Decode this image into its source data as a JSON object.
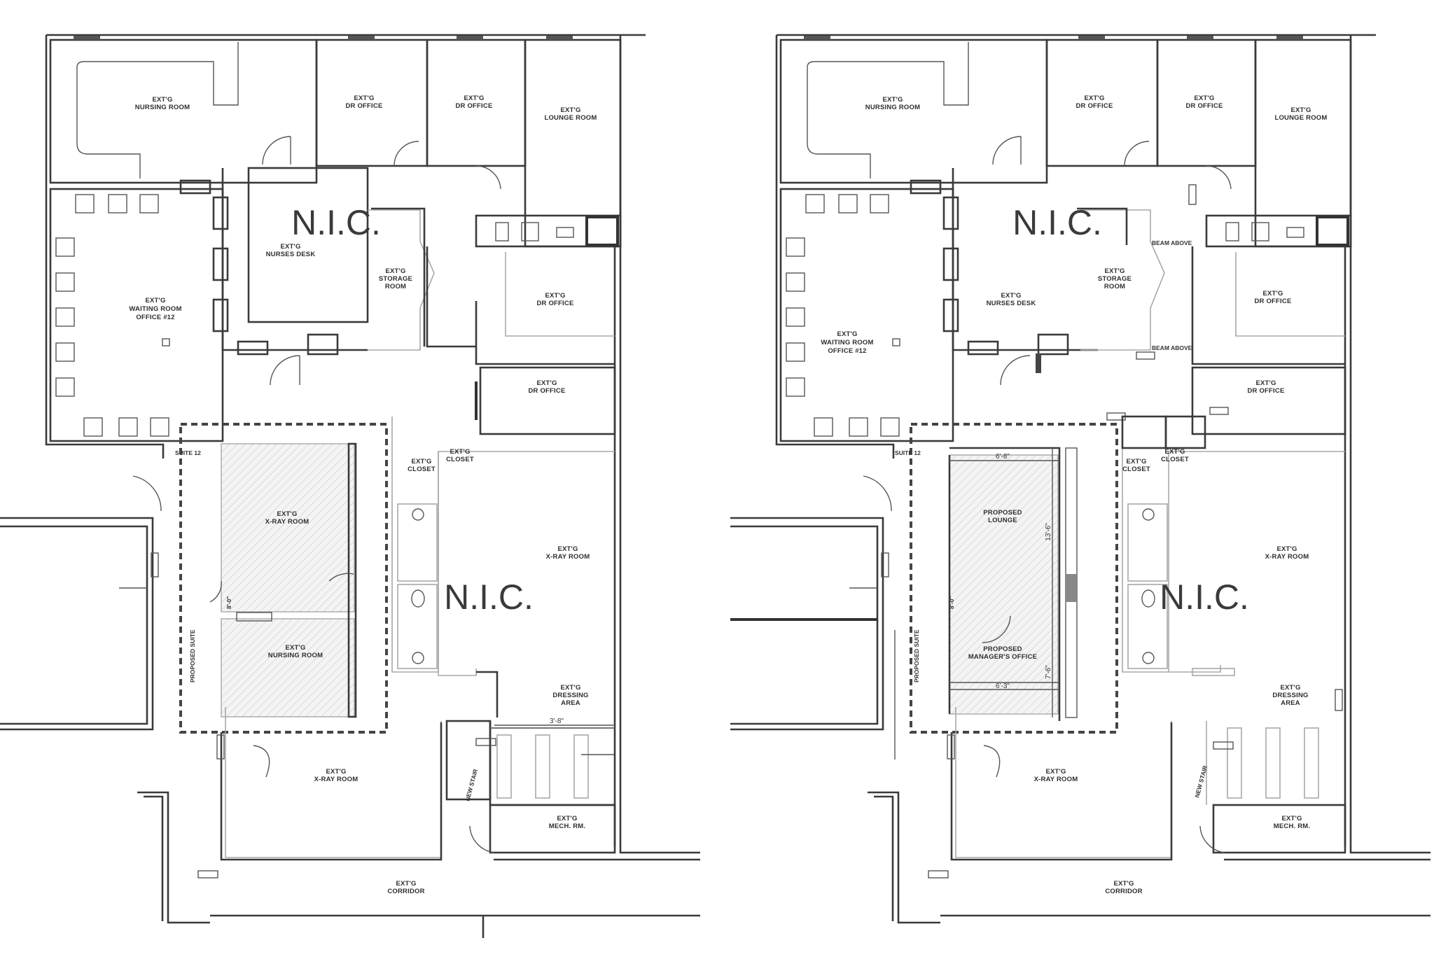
{
  "nic_label": "N.I.C.",
  "existing_plan": {
    "rooms": {
      "nursing_top": [
        "EXT'G",
        "NURSING ROOM"
      ],
      "dr_office_1": [
        "EXT'G",
        "DR OFFICE"
      ],
      "dr_office_2": [
        "EXT'G",
        "DR OFFICE"
      ],
      "lounge": [
        "EXT'G",
        "LOUNGE ROOM"
      ],
      "nurses_desk": [
        "EXT'G",
        "NURSES DESK"
      ],
      "storage": [
        "EXT'G",
        "STORAGE",
        "ROOM"
      ],
      "waiting": [
        "EXT'G",
        "WAITING ROOM",
        "OFFICE #12"
      ],
      "dr_office_3": [
        "EXT'G",
        "DR OFFICE"
      ],
      "dr_office_4": [
        "EXT'G",
        "DR OFFICE"
      ],
      "closet_1": [
        "EXT'G",
        "CLOSET"
      ],
      "closet_2": [
        "EXT'G",
        "CLOSET"
      ],
      "xray_1": [
        "EXT'G",
        "X-RAY ROOM"
      ],
      "xray_2": [
        "EXT'G",
        "X-RAY ROOM"
      ],
      "nursing_lower": [
        "EXT'G",
        "NURSING ROOM"
      ],
      "dressing": [
        "EXT'G",
        "DRESSING",
        "AREA"
      ],
      "xray_3": [
        "EXT'G",
        "X-RAY ROOM"
      ],
      "mech": [
        "EXT'G",
        "MECH. RM."
      ],
      "corridor": [
        "EXT'G",
        "CORRIDOR"
      ]
    },
    "suite_label": "SUITE 12",
    "vertical_labels": {
      "proposed_suite": "PROPOSED SUITE",
      "stair": "NEW STAIR",
      "wall_dim": "8'-0\""
    },
    "dimensions": [
      "3'-8\""
    ]
  },
  "proposed_plan": {
    "rooms": {
      "nursing_top": [
        "EXT'G",
        "NURSING ROOM"
      ],
      "dr_office_1": [
        "EXT'G",
        "DR OFFICE"
      ],
      "dr_office_2": [
        "EXT'G",
        "DR OFFICE"
      ],
      "lounge": [
        "EXT'G",
        "LOUNGE ROOM"
      ],
      "nurses_desk": [
        "EXT'G",
        "NURSES DESK"
      ],
      "storage": [
        "EXT'G",
        "STORAGE",
        "ROOM"
      ],
      "waiting": [
        "EXT'G",
        "WAITING ROOM",
        "OFFICE #12"
      ],
      "dr_office_3": [
        "EXT'G",
        "DR OFFICE"
      ],
      "dr_office_4": [
        "EXT'G",
        "DR OFFICE"
      ],
      "closet_1": [
        "EXT'G",
        "CLOSET"
      ],
      "closet_2": [
        "EXT'G",
        "CLOSET"
      ],
      "proposed_lounge": [
        "PROPOSED",
        "LOUNGE"
      ],
      "proposed_office": [
        "PROPOSED",
        "MANAGER'S OFFICE"
      ],
      "xray_2": [
        "EXT'G",
        "X-RAY ROOM"
      ],
      "dressing": [
        "EXT'G",
        "DRESSING",
        "AREA"
      ],
      "xray_3": [
        "EXT'G",
        "X-RAY ROOM"
      ],
      "mech": [
        "EXT'G",
        "MECH. RM."
      ],
      "corridor": [
        "EXT'G",
        "CORRIDOR"
      ]
    },
    "beam_labels": [
      "BEAM ABOVE",
      "BEAM ABOVE"
    ],
    "suite_label": "SUITE 12",
    "dimensions": [
      "6'-8\"",
      "6'-3\"",
      "13'-6\"",
      "7'-6\""
    ],
    "vertical_labels": {
      "proposed_suite": "PROPOSED SUITE",
      "stair": "NEW STAIR",
      "wall_dim": "8'-0\""
    }
  }
}
